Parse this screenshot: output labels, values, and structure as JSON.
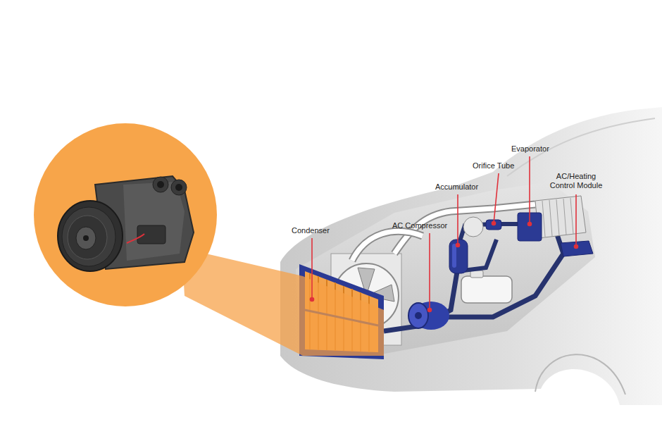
{
  "diagram": {
    "labels": [
      "Condenser",
      "AC Compressor",
      "Accumulator",
      "Orifice Tube",
      "Evaporator",
      "AC/Heating Control Module"
    ]
  }
}
